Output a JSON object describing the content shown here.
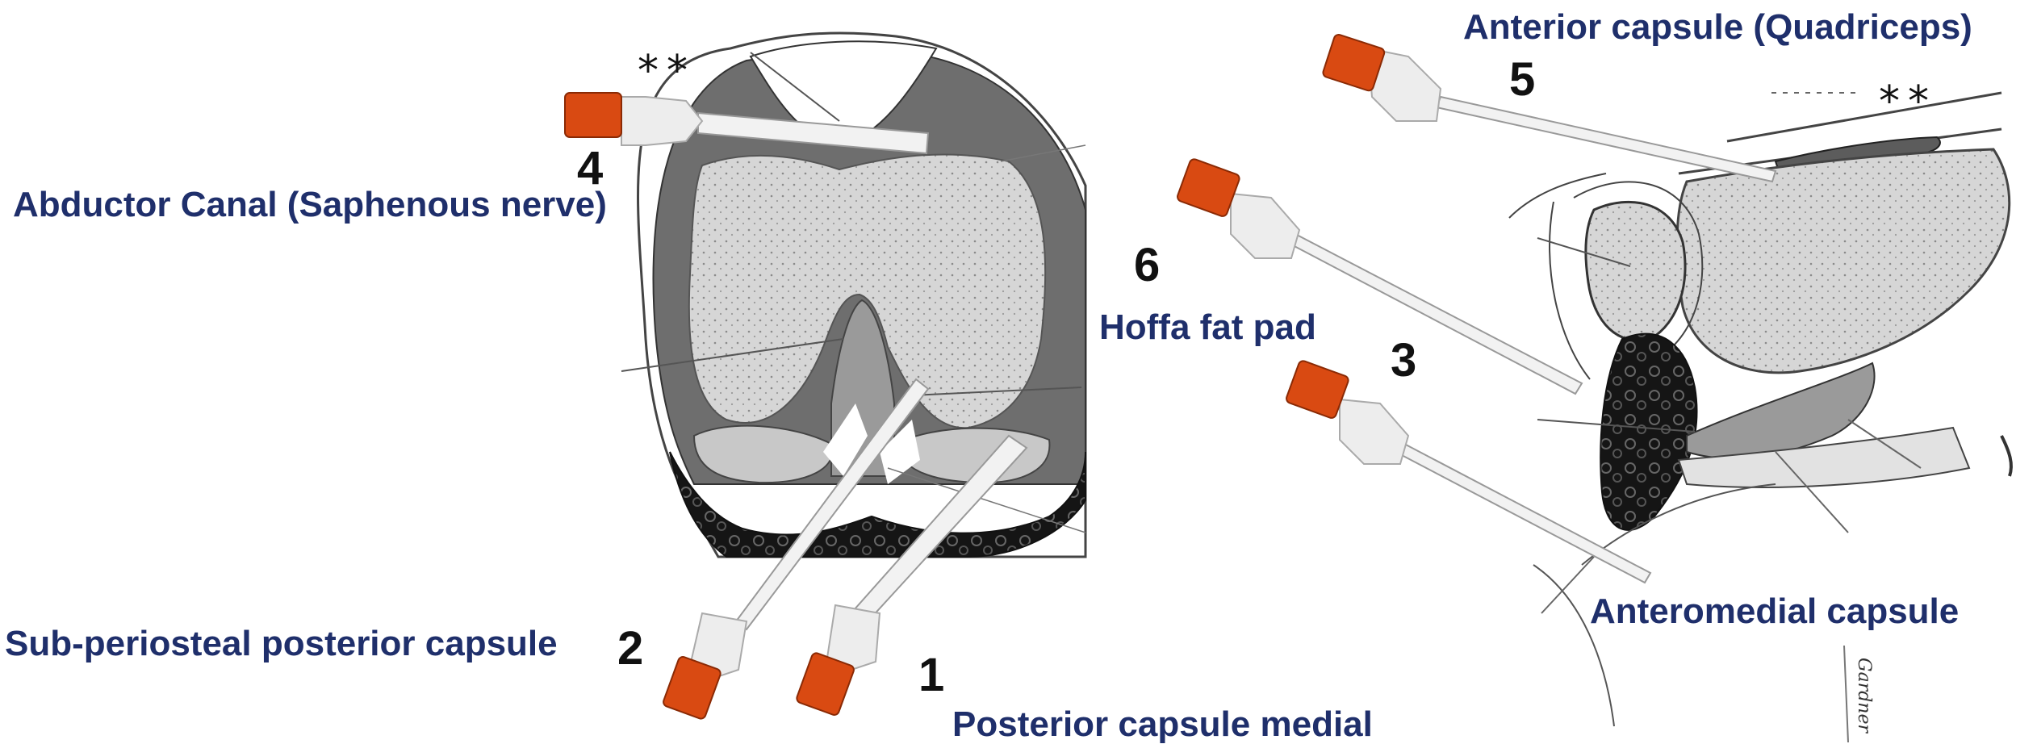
{
  "labels": {
    "abductor_canal": "Abductor Canal (Saphenous nerve)",
    "sub_periosteal": "Sub-periosteal posterior capsule",
    "posterior_capsule_medial": "Posterior capsule medial",
    "hoffa_fat_pad": "Hoffa fat pad",
    "anterior_capsule": "Anterior capsule (Quadriceps)",
    "anteromedial_capsule": "Anteromedial capsule"
  },
  "numbers": {
    "n1": "1",
    "n2": "2",
    "n3": "3",
    "n4": "4",
    "n5": "5",
    "n6": "6"
  },
  "marks": {
    "stars_left": "**",
    "stars_right": "**"
  },
  "signature": "Gardner",
  "colors": {
    "label_text": "#1f2f6b",
    "needle_hub": "#d94a12",
    "bone_dark": "#6e6e6e",
    "bone_light": "#d4d4d4",
    "fat": "#1a1a1a"
  }
}
